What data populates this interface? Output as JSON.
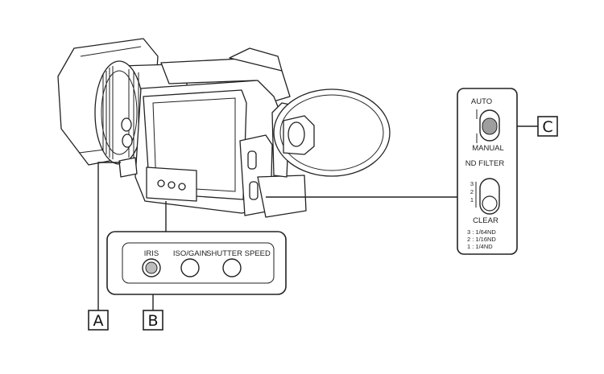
{
  "callouts": {
    "a": "A",
    "b": "B",
    "c": "C"
  },
  "button_panel": {
    "iris": "IRIS",
    "iso_gain": "ISO/GAIN",
    "shutter_speed": "SHUTTER SPEED"
  },
  "switch_panel": {
    "auto": "AUTO",
    "manual": "MANUAL",
    "nd_filter": "ND FILTER",
    "positions": [
      "3",
      "2",
      "1"
    ],
    "clear": "CLEAR",
    "nd_legend": [
      "3 : 1/64ND",
      "2 : 1/16ND",
      "1 : 1/4ND"
    ]
  }
}
